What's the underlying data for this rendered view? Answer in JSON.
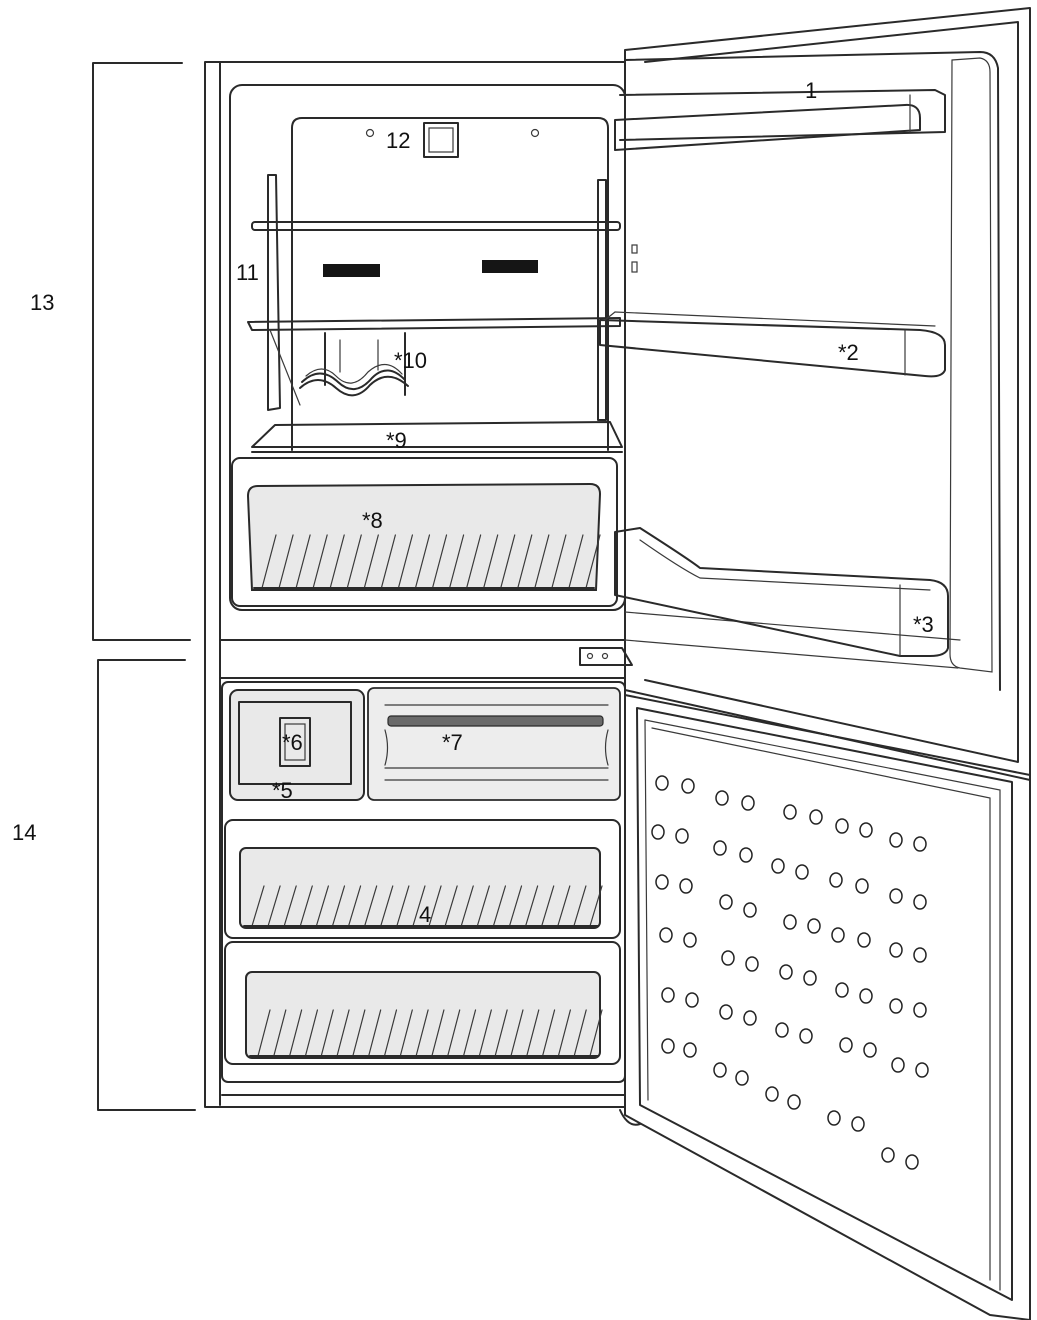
{
  "colors": {
    "stroke": "#2a2a2a",
    "drawer": "#e9e9e9",
    "background": "#ffffff",
    "dark": "#151515"
  },
  "labels": {
    "l1": "1",
    "l2": "*2",
    "l3": "*3",
    "l4": "4",
    "l5": "*5",
    "l6": "*6",
    "l7": "*7",
    "l8": "*8",
    "l9": "*9",
    "l10": "*10",
    "l11": "11",
    "l12": "12",
    "l13": "13",
    "l14": "14"
  }
}
